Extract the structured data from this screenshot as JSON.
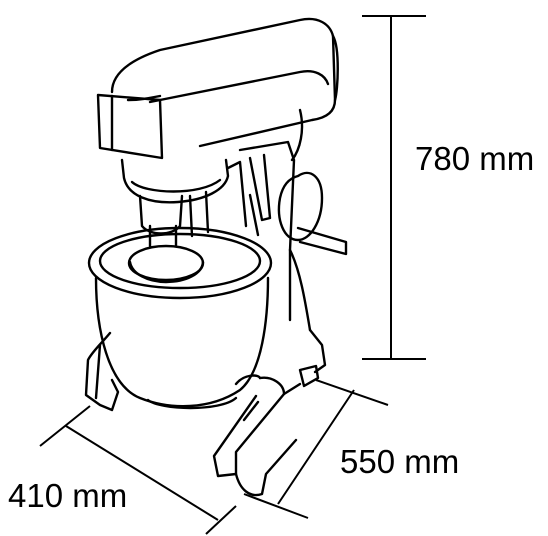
{
  "dimensions": {
    "height_label": "780 mm",
    "depth_label": "550 mm",
    "width_label": "410 mm"
  },
  "colors": {
    "line": "#000000",
    "background": "#ffffff"
  }
}
